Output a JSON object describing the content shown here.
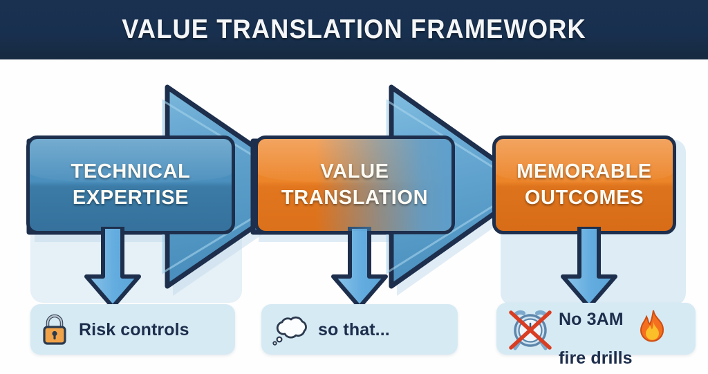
{
  "header": {
    "title": "VALUE TRANSLATION FRAMEWORK",
    "background_color": "#1b3150",
    "text_color": "#f5f6f7"
  },
  "diagram": {
    "type": "process-flow",
    "background_color": "#fefefe",
    "stages": [
      {
        "id": "technical-expertise",
        "label": "TECHNICAL\nEXPERTISE",
        "line1": "TECHNICAL",
        "line2": "EXPERTISE",
        "fill_color": "#4a8fbd",
        "border_color": "#1d2f4c",
        "text_color": "#fdfbf4"
      },
      {
        "id": "value-translation",
        "label": "VALUE\nTRANSLATION",
        "line1": "VALUE",
        "line2": "TRANSLATION",
        "fill_color": "#ec8429",
        "border_color": "#1d2f4c",
        "text_color": "#fdfbf4"
      },
      {
        "id": "memorable-outcomes",
        "label": "MEMORABLE\nOUTCOMES",
        "line1": "MEMORABLE",
        "line2": "OUTCOMES",
        "fill_color": "#ec8429",
        "border_color": "#1d2f4c",
        "text_color": "#fdfbf4"
      }
    ],
    "flow_arrows": [
      {
        "id": "arrow-stage1-to-stage2",
        "direction": "right",
        "fill_color": "#6fb0da",
        "border_color": "#1d2f4c"
      },
      {
        "id": "arrow-stage2-to-stage3",
        "direction": "right",
        "fill_color": "#6fb0da",
        "border_color": "#1d2f4c"
      }
    ],
    "down_arrows": [
      {
        "id": "down-arrow-1",
        "direction": "down",
        "fill_color": "#6fb5e2",
        "border_color": "#1d2f4c"
      },
      {
        "id": "down-arrow-2",
        "direction": "down",
        "fill_color": "#6fb5e2",
        "border_color": "#1d2f4c"
      },
      {
        "id": "down-arrow-3",
        "direction": "down",
        "fill_color": "#6fb5e2",
        "border_color": "#1d2f4c"
      }
    ],
    "captions": [
      {
        "id": "risk-controls",
        "text": "Risk controls",
        "icon": "padlock-icon",
        "background_color": "#d6eaf4",
        "text_color": "#1d2e4c"
      },
      {
        "id": "so-that",
        "text": "so that...",
        "icon": "thought-bubble-icon",
        "background_color": "#d6eaf4",
        "text_color": "#1d2e4c"
      },
      {
        "id": "no-3am-fire-drills",
        "text": "No 3AM\nfire drills",
        "line1": "No 3AM",
        "line2": "fire drills",
        "icon": "crossed-out-alarm-clock-icon",
        "icon_secondary": "flame-icon",
        "background_color": "#d6eaf4",
        "text_color": "#1d2e4c"
      }
    ]
  }
}
